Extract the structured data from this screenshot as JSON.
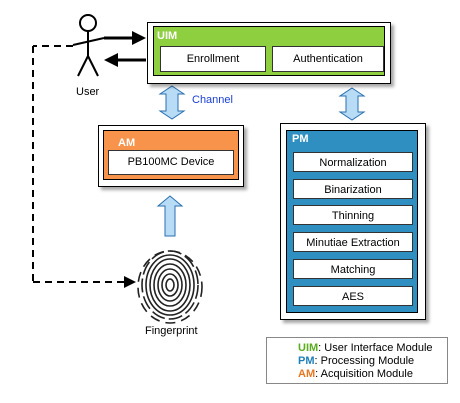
{
  "actor": {
    "label": "User"
  },
  "uim": {
    "title": "UIM",
    "enrollment": "Enrollment",
    "authentication": "Authentication"
  },
  "channel_label": "Channel",
  "am": {
    "title": "AM",
    "device": "PB100MC Device"
  },
  "pm": {
    "title": "PM",
    "steps": [
      "Normalization",
      "Binarization",
      "Thinning",
      "Minutiae Extraction",
      "Matching",
      "AES"
    ]
  },
  "fingerprint_label": "Fingerprint",
  "legend": [
    {
      "abbr": "UIM",
      "text": ": User Interface Module",
      "color": "#5aab1e"
    },
    {
      "abbr": "PM",
      "text": ": Processing Module",
      "color": "#1f7fb8"
    },
    {
      "abbr": "AM",
      "text": ": Acquisition Module",
      "color": "#e87722"
    }
  ],
  "colors": {
    "uim": "#8dcf3f",
    "am": "#f7934b",
    "pm": "#2f8fc1",
    "channel_text": "#1a3fd6",
    "arrow_fill": "#b8dcf5"
  }
}
